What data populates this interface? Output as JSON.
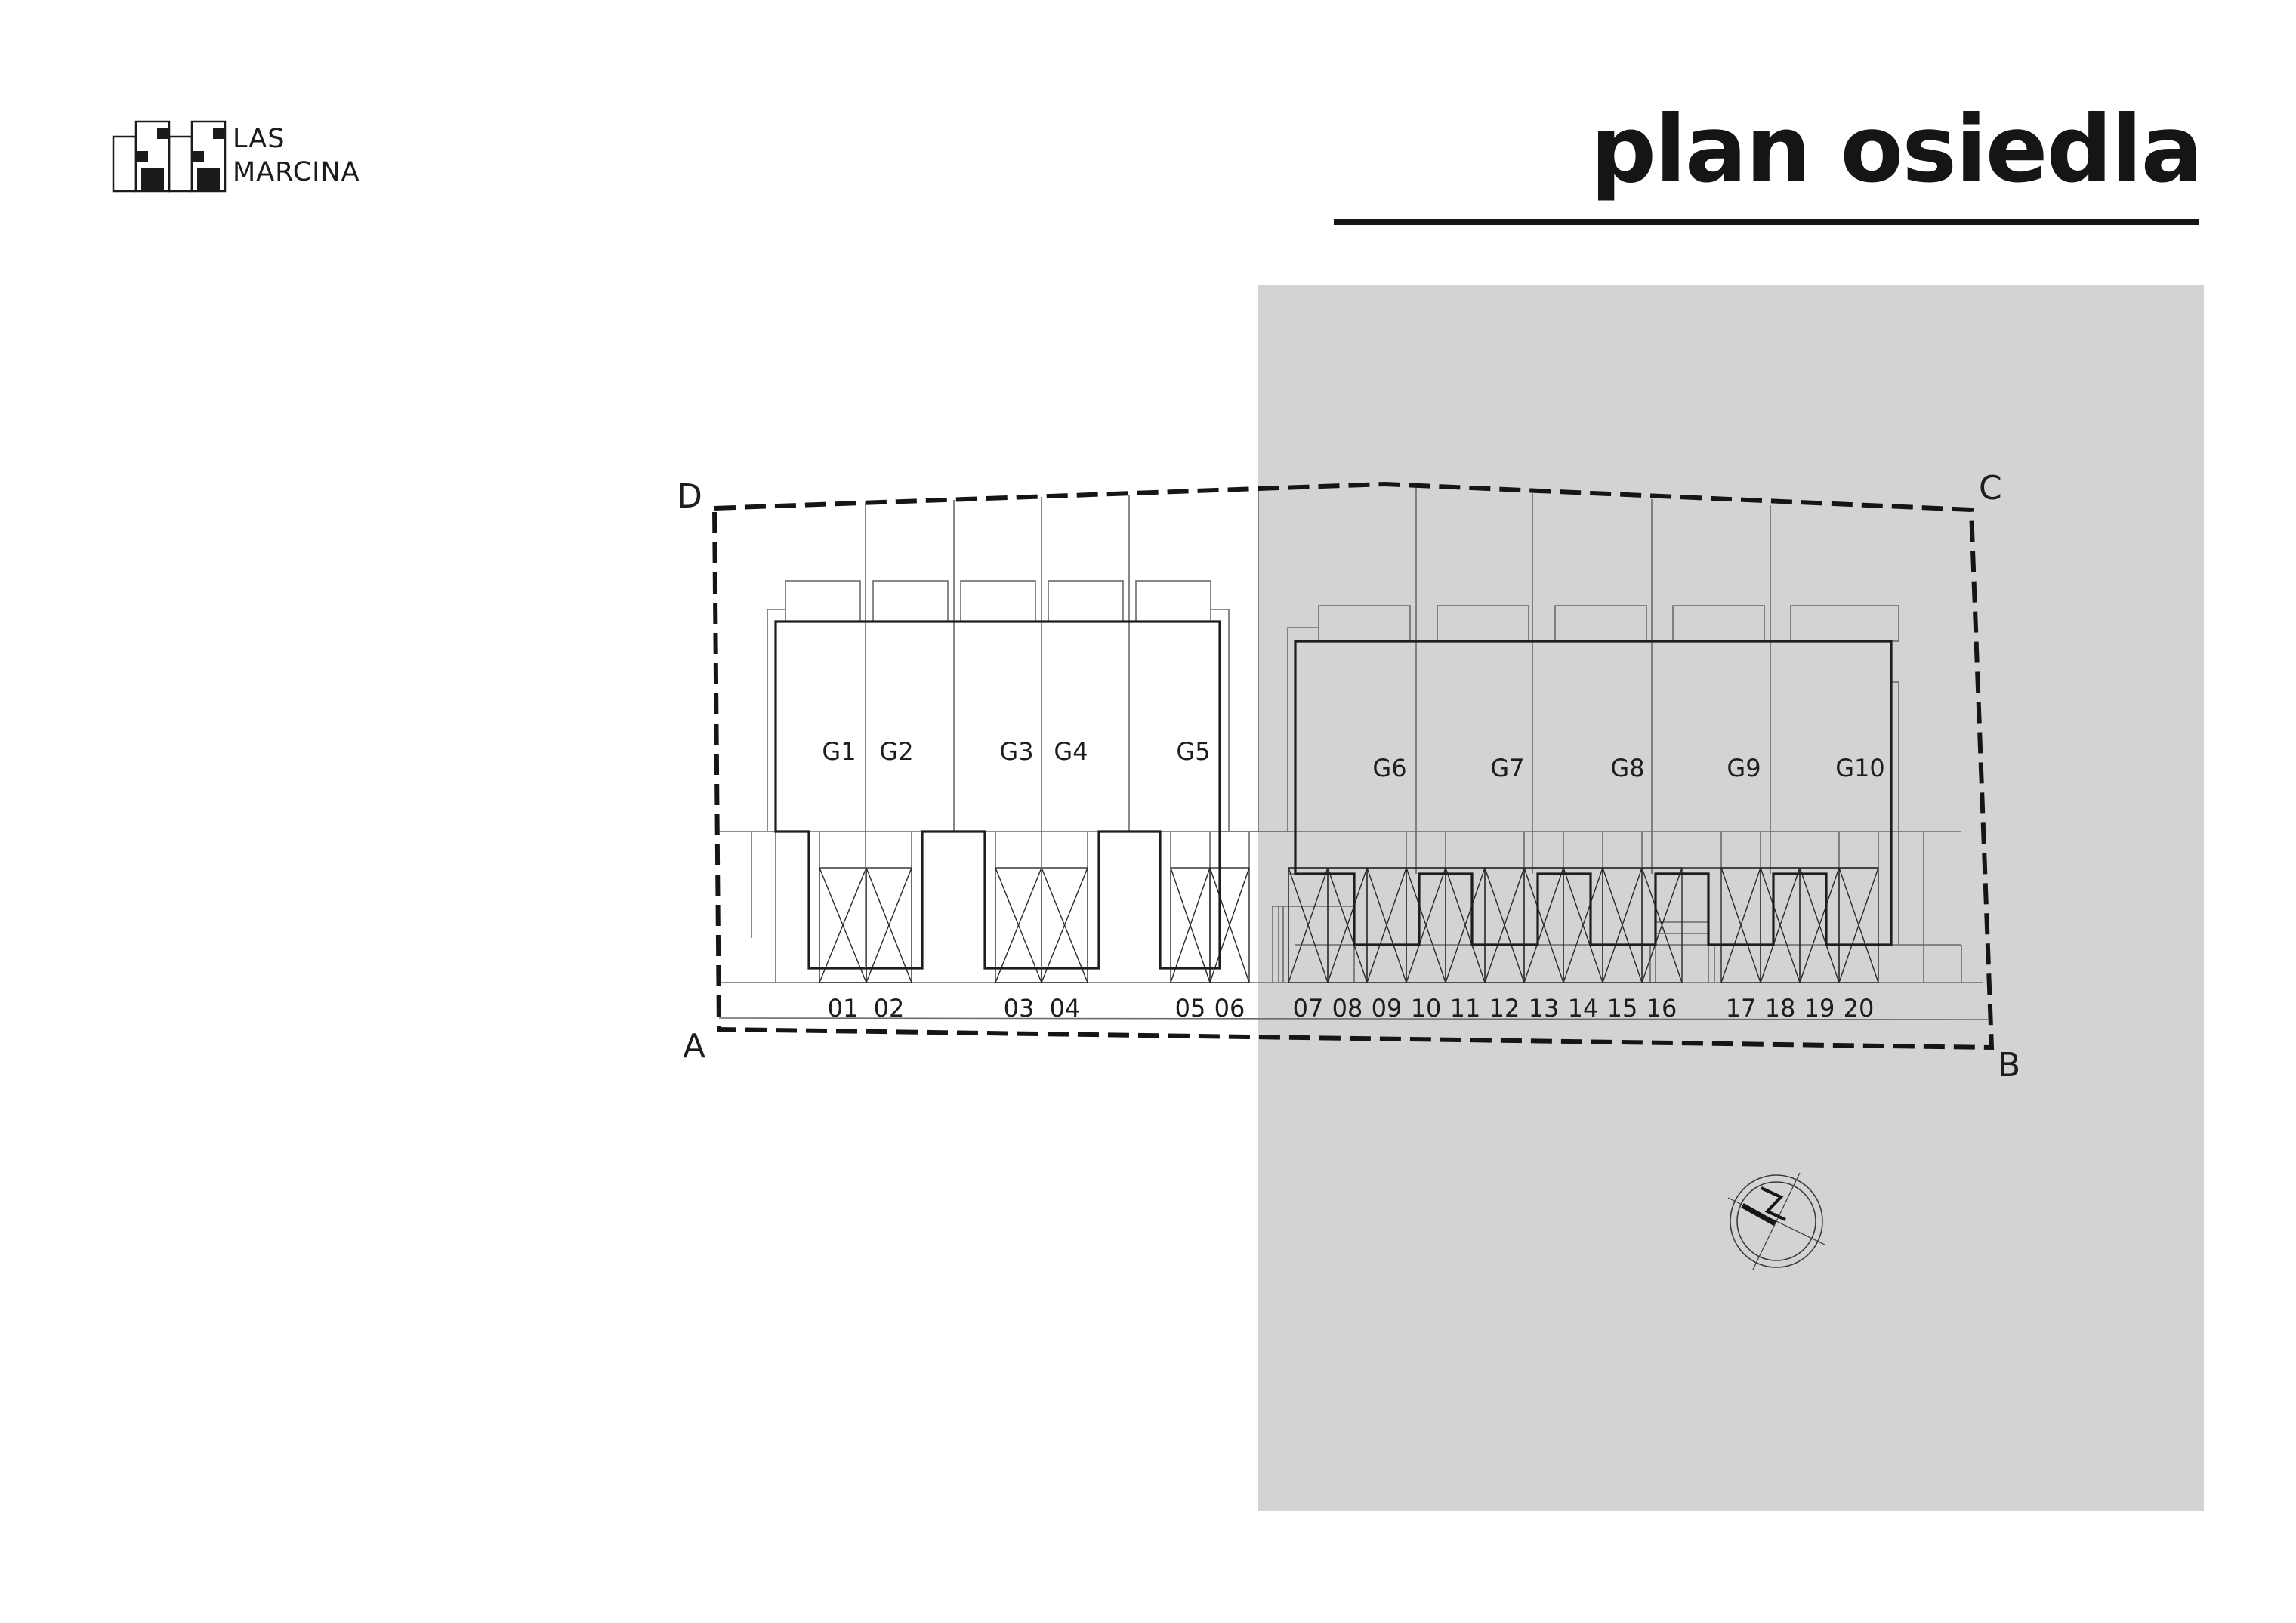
{
  "brand": {
    "name_line1": "LAS",
    "name_line2": "MARCINA",
    "logo_icon": "buildings-logo-icon"
  },
  "header": {
    "title": "plan osiedla"
  },
  "colors": {
    "background": "#ffffff",
    "highlight_panel": "#d4d3d4",
    "ink": "#151515",
    "thin_line": "#6b6b6b"
  },
  "plot": {
    "corners": [
      {
        "id": "A",
        "label": "A"
      },
      {
        "id": "B",
        "label": "B"
      },
      {
        "id": "C",
        "label": "C"
      },
      {
        "id": "D",
        "label": "D"
      }
    ],
    "houses": [
      {
        "id": "G1",
        "label": "G1"
      },
      {
        "id": "G2",
        "label": "G2"
      },
      {
        "id": "G3",
        "label": "G3"
      },
      {
        "id": "G4",
        "label": "G4"
      },
      {
        "id": "G5",
        "label": "G5"
      },
      {
        "id": "G6",
        "label": "G6"
      },
      {
        "id": "G7",
        "label": "G7"
      },
      {
        "id": "G8",
        "label": "G8"
      },
      {
        "id": "G9",
        "label": "G9"
      },
      {
        "id": "G10",
        "label": "G10"
      }
    ],
    "parking_spaces": [
      "01",
      "02",
      "03",
      "04",
      "05",
      "06",
      "07",
      "08",
      "09",
      "10",
      "11",
      "12",
      "13",
      "14",
      "15",
      "16",
      "17",
      "18",
      "19",
      "20"
    ],
    "compass": {
      "icon": "north-arrow-icon",
      "label": "N"
    }
  }
}
